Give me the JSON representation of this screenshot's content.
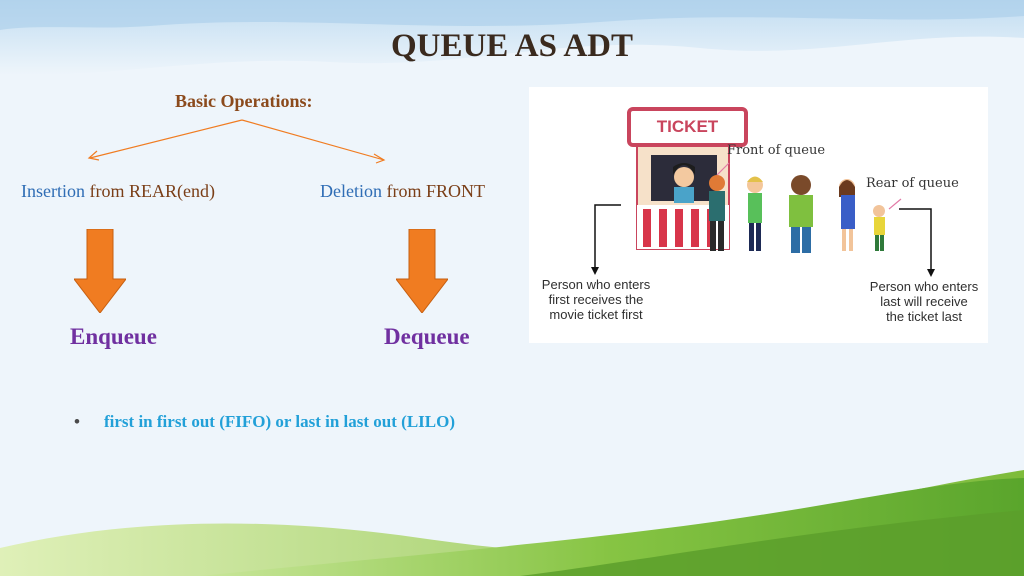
{
  "slide": {
    "title": "QUEUE AS ADT",
    "operations_heading": "Basic Operations:",
    "insertion": {
      "prefix": "Insertion",
      "suffix": " from REAR(end)"
    },
    "deletion": {
      "prefix": "Deletion",
      "suffix": " from FRONT"
    },
    "enqueue_label": "Enqueue",
    "dequeue_label": "Dequeue",
    "bullet_text": "first in first out (FIFO) or last in last out (LILO)",
    "bullet_glyph": "•"
  },
  "illustration": {
    "sign_text": "TICKET",
    "front_label": "Front of queue",
    "rear_label": "Rear of queue",
    "left_caption": [
      "Person who enters",
      "first receives the",
      "movie ticket first"
    ],
    "right_caption": [
      "Person who enters",
      "last will receive",
      "the ticket last"
    ]
  },
  "colors": {
    "arrow_orange": "#f07c21",
    "title": "#3a2a1e",
    "heading": "#8b4a1c",
    "blue_text": "#2f6db5",
    "purple": "#7030a0",
    "bullet": "#22a0d8",
    "grass": "#7dbb3a"
  }
}
